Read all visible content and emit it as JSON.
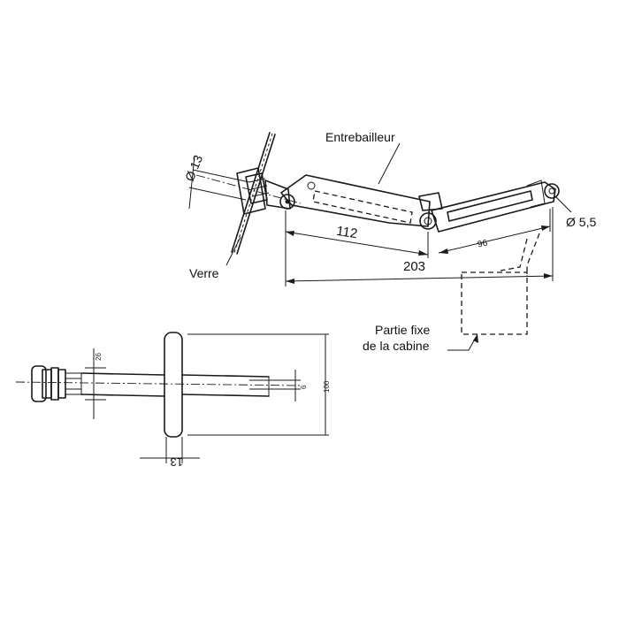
{
  "diagram": {
    "labels": {
      "entrebailleur": "Entrebailleur",
      "verre": "Verre",
      "partie_fixe_line1": "Partie fixe",
      "partie_fixe_line2": "de la cabine"
    },
    "dimensions": {
      "dia_13": "Ø 13",
      "dia_5_5": "Ø 5,5",
      "len_112": "112",
      "len_96": "96",
      "len_203": "203",
      "small_26": "26",
      "small_6": "6",
      "height_100": "100",
      "width_13": "13"
    }
  }
}
